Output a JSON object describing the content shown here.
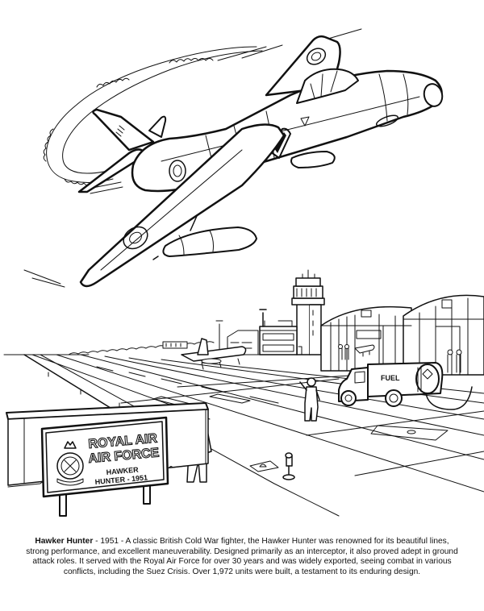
{
  "page": {
    "style": "coloring-page-line-art",
    "background": "#ffffff",
    "ink_color": "#111111"
  },
  "illustration": {
    "subject": "Hawker Hunter jet fighter",
    "aircraft_roundel": "RAF roundel",
    "smoke_trail": true,
    "scene_elements": [
      "runway",
      "control-tower",
      "hangars",
      "terminal-building",
      "parked-jet",
      "fuel-truck",
      "ground-crew",
      "sign",
      "runway-lights"
    ]
  },
  "sign": {
    "title_line1": "ROYAL AIR",
    "title_line2": "AIR FORCE",
    "subtitle_line1": "HAWKER",
    "subtitle_line2": "HUNTER - 1951",
    "emblem": "RAF-crest"
  },
  "fuel_truck": {
    "label": "FUEL"
  },
  "caption": {
    "name": "Hawker Hunter",
    "text": " - 1951 - A classic British Cold War fighter, the Hawker Hunter was renowned for its beautiful lines, strong performance, and excellent maneuverability. Designed primarily as an interceptor, it also proved adept in ground attack roles. It served with the Royal Air Force for over 30 years and was widely exported, seeing combat in various conflicts, including the Suez Crisis. Over 1,972 units were built, a testament to its enduring design."
  }
}
